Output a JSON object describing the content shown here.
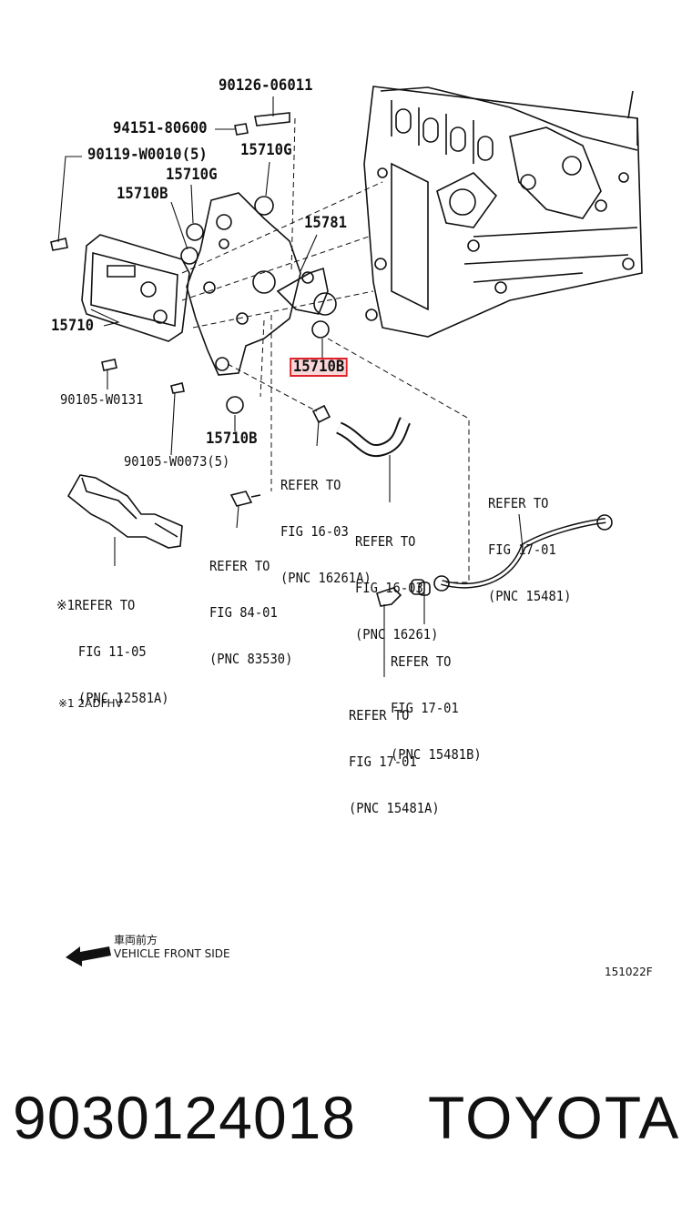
{
  "labels": {
    "p90126": "90126-06011",
    "p94151": "94151-80600",
    "p90119": "90119-W0010(5)",
    "p15710G_top": "15710G",
    "p15710G_mid": "15710G",
    "p15710B_left": "15710B",
    "p15781": "15781",
    "p15710": "15710",
    "p15710B_hl": "15710B",
    "p90105_w0131": "90105-W0131",
    "p15710B_low": "15710B",
    "p90105_w0073": "90105-W0073(5)"
  },
  "refs": {
    "r_16_03a": [
      "REFER TO",
      "FIG 16-03",
      "(PNC 16261A)"
    ],
    "r_16_03": [
      "REFER TO",
      "FIG 16-03",
      "(PNC 16261)"
    ],
    "r_17_01_top": [
      "REFER TO",
      "FIG 17-01",
      "(PNC 15481)"
    ],
    "r_84_01": [
      "REFER TO",
      "FIG 84-01",
      "(PNC 83530)"
    ],
    "r_11_05": [
      "※1REFER TO",
      "FIG 11-05",
      "(PNC 12581A)"
    ],
    "r_17_01_b": [
      "REFER TO",
      "FIG 17-01",
      "(PNC 15481B)"
    ],
    "r_17_01_a": [
      "REFER TO",
      "FIG 17-01",
      "(PNC 15481A)"
    ]
  },
  "notes": {
    "footnote": "※1 2ADFHV",
    "direction_jp": "車両前方",
    "direction_en": "VEHICLE FRONT SIDE",
    "drawing_code": "151022F"
  },
  "footer": {
    "part_number": "9030124018",
    "brand": "TOYOTA"
  },
  "colors": {
    "highlight": "#e0202a",
    "ink": "#111111"
  }
}
